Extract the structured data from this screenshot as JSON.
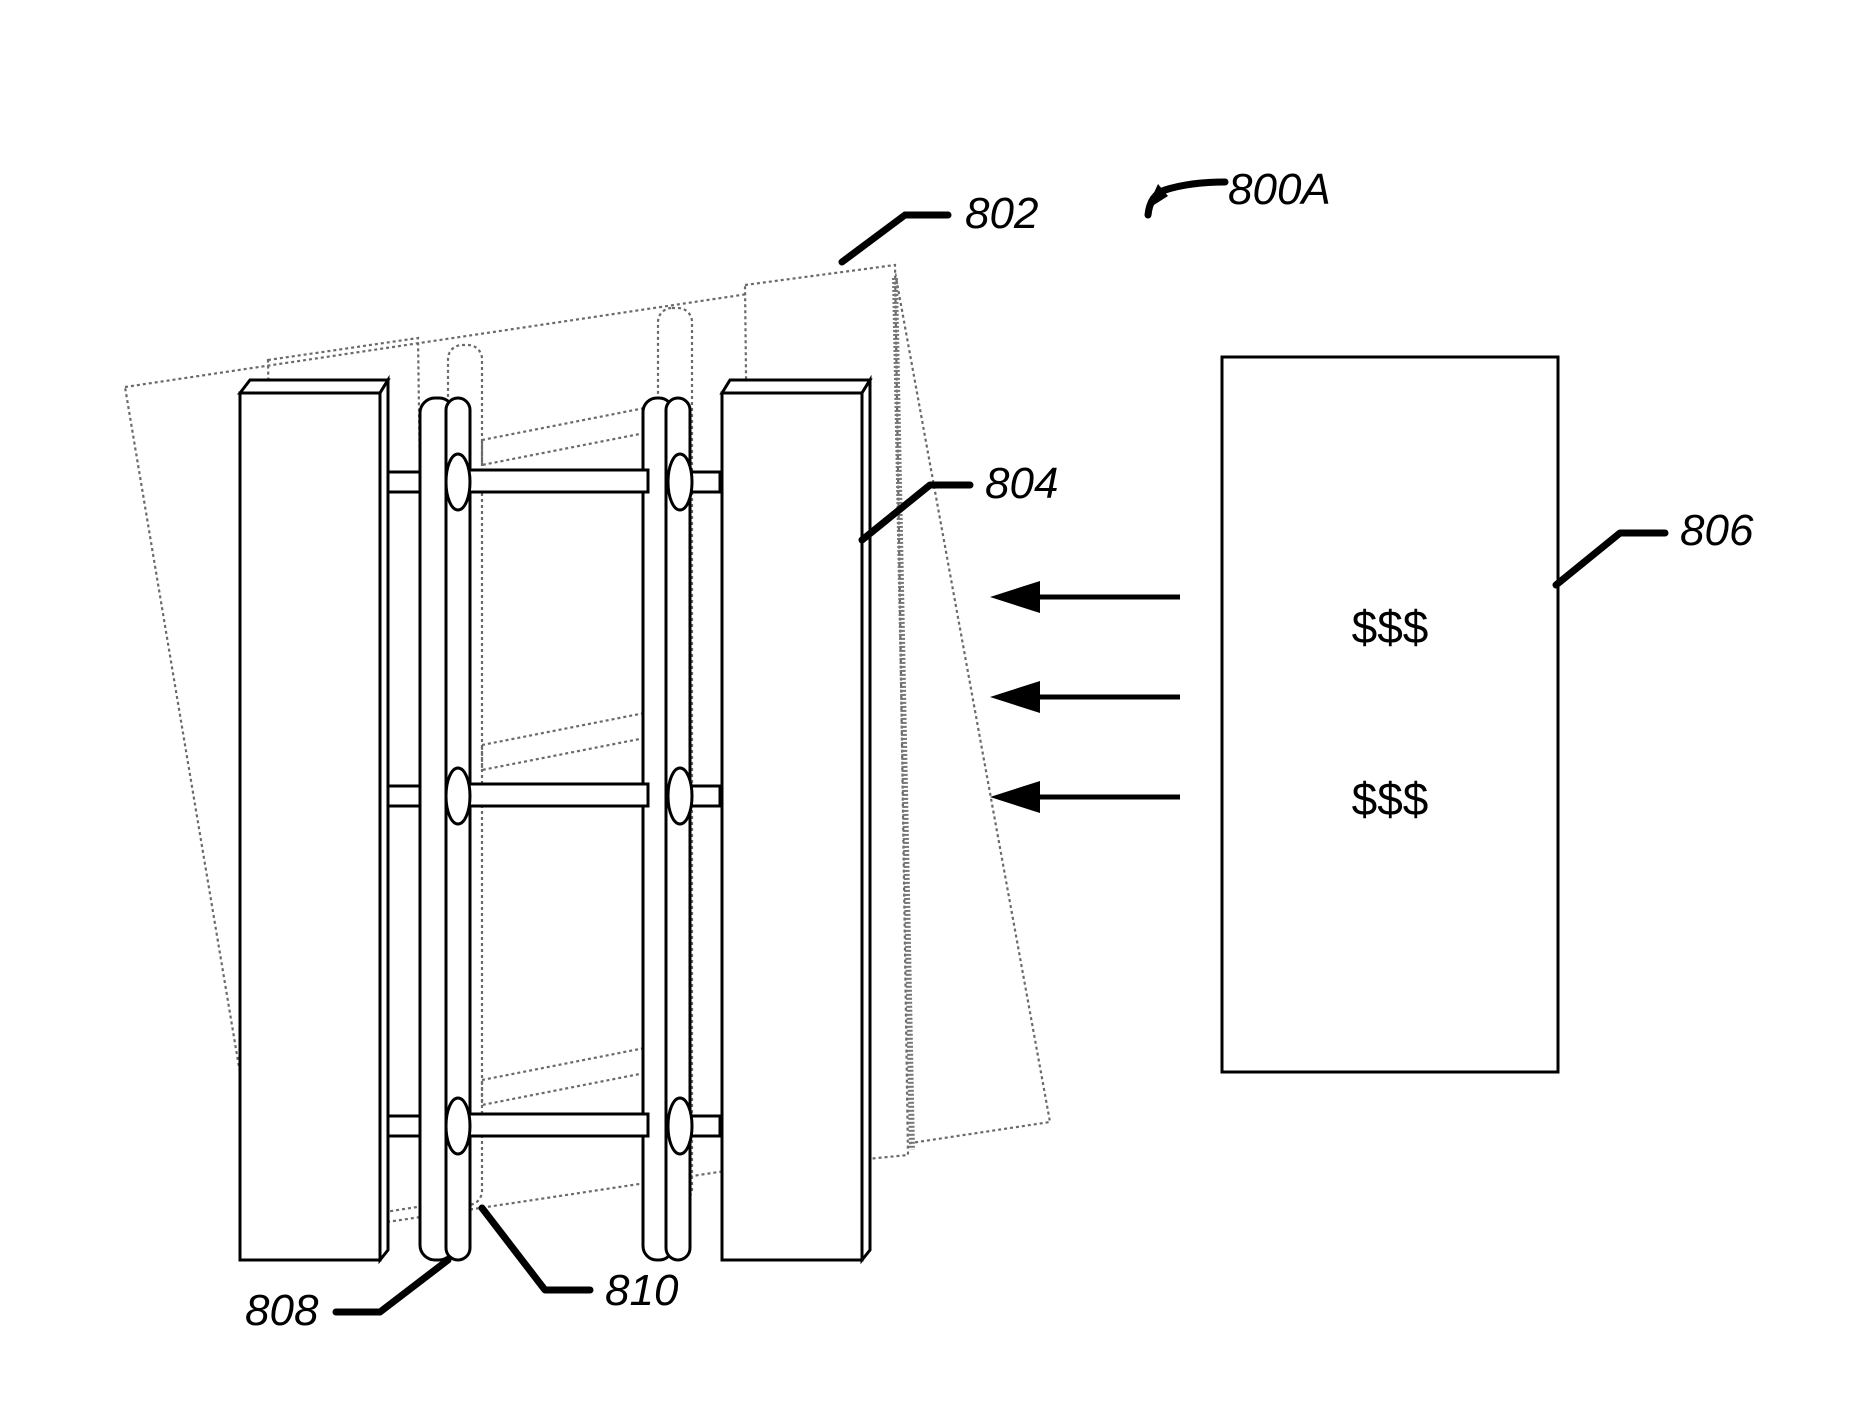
{
  "figure": {
    "figure_label": "800A",
    "labels": {
      "first_wall_ghost": "802",
      "second_wall": "804",
      "source_box": "806",
      "first_rail": "808",
      "second_rail": "810"
    },
    "source_box_text": [
      "$$$",
      "$$$"
    ],
    "arrow_count": 3
  }
}
